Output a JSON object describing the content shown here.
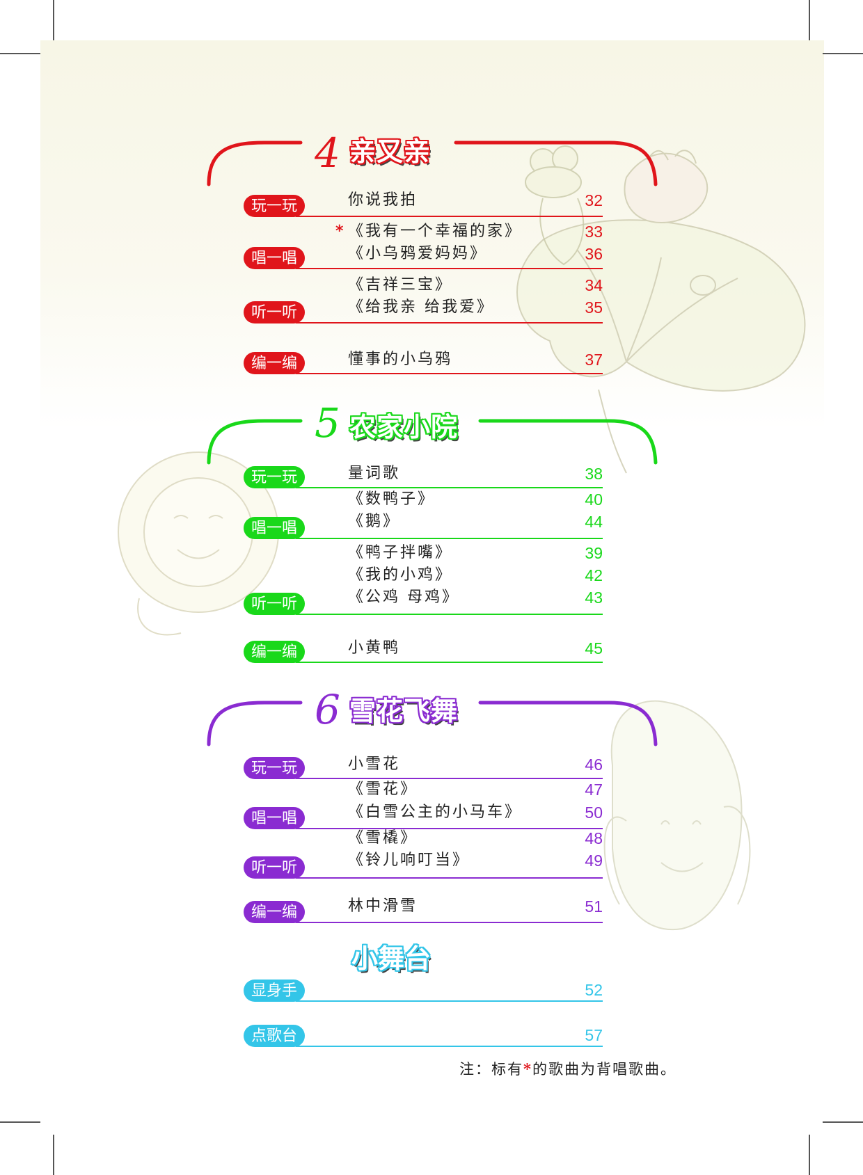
{
  "colors": {
    "unit4": "#e0151b",
    "unit5": "#19d81a",
    "unit6": "#8a2bd1",
    "stage": "#33c5e8"
  },
  "units": [
    {
      "num": "4",
      "title": "亲又亲",
      "rows": [
        {
          "badge": "玩一玩",
          "entries": [
            {
              "star": false,
              "title": "你说我拍",
              "page": "32"
            }
          ]
        },
        {
          "badge": "唱一唱",
          "entries": [
            {
              "star": true,
              "title": "《我有一个幸福的家》",
              "page": "33"
            },
            {
              "star": false,
              "title": "《小乌鸦爱妈妈》",
              "page": "36"
            }
          ]
        },
        {
          "badge": "听一听",
          "entries": [
            {
              "star": false,
              "title": "《吉祥三宝》",
              "page": "34"
            },
            {
              "star": false,
              "title": "《给我亲 给我爱》",
              "page": "35"
            }
          ]
        },
        {
          "badge": "编一编",
          "entries": [
            {
              "star": false,
              "title": "懂事的小乌鸦",
              "page": "37"
            }
          ]
        }
      ]
    },
    {
      "num": "5",
      "title": "农家小院",
      "rows": [
        {
          "badge": "玩一玩",
          "entries": [
            {
              "star": false,
              "title": "量词歌",
              "page": "38"
            }
          ]
        },
        {
          "badge": "唱一唱",
          "entries": [
            {
              "star": false,
              "title": "《数鸭子》",
              "page": "40"
            },
            {
              "star": false,
              "title": "《鹅》",
              "page": "44"
            }
          ]
        },
        {
          "badge": "听一听",
          "entries": [
            {
              "star": false,
              "title": "《鸭子拌嘴》",
              "page": "39"
            },
            {
              "star": false,
              "title": "《我的小鸡》",
              "page": "42"
            },
            {
              "star": false,
              "title": "《公鸡 母鸡》",
              "page": "43"
            }
          ]
        },
        {
          "badge": "编一编",
          "entries": [
            {
              "star": false,
              "title": "小黄鸭",
              "page": "45"
            }
          ]
        }
      ]
    },
    {
      "num": "6",
      "title": "雪花飞舞",
      "rows": [
        {
          "badge": "玩一玩",
          "entries": [
            {
              "star": false,
              "title": "小雪花",
              "page": "46"
            }
          ]
        },
        {
          "badge": "唱一唱",
          "entries": [
            {
              "star": false,
              "title": "《雪花》",
              "page": "47"
            },
            {
              "star": false,
              "title": "《白雪公主的小马车》",
              "page": "50"
            }
          ]
        },
        {
          "badge": "听一听",
          "entries": [
            {
              "star": false,
              "title": "《雪橇》",
              "page": "48"
            },
            {
              "star": false,
              "title": "《铃儿响叮当》",
              "page": "49"
            }
          ]
        },
        {
          "badge": "编一编",
          "entries": [
            {
              "star": false,
              "title": "林中滑雪",
              "page": "51"
            }
          ]
        }
      ]
    }
  ],
  "stage": {
    "title": "小舞台",
    "rows": [
      {
        "badge": "显身手",
        "page": "52"
      },
      {
        "badge": "点歌台",
        "page": "57"
      }
    ]
  },
  "note": {
    "prefix": "注：标有",
    "star": "*",
    "suffix": "的歌曲为背唱歌曲。"
  },
  "icons": [
    "frog-illustration",
    "lotus-leaf-illustration",
    "sunflower-illustration",
    "corn-illustration"
  ]
}
